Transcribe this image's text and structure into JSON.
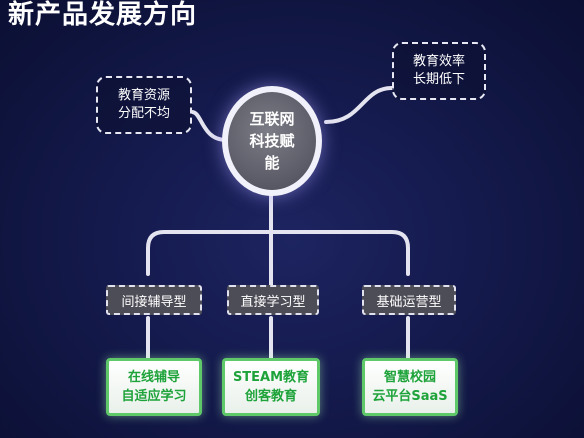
{
  "title": "新产品发展方向",
  "diagram": {
    "center": "互联网\n科技赋\n能",
    "problems": [
      "教育资源\n分配不均",
      "教育效率\n长期低下"
    ],
    "types": [
      "间接辅导型",
      "直接学习型",
      "基础运营型"
    ],
    "products": [
      "在线辅导\n自适应学习",
      "STEAM教育\n创客教育",
      "智慧校园\n云平台SaaS"
    ]
  },
  "colors": {
    "background": "#141a4c",
    "connector": "#e4e4f0",
    "leaf_text": "#1ea33a",
    "leaf_border": "#5fc96a"
  }
}
